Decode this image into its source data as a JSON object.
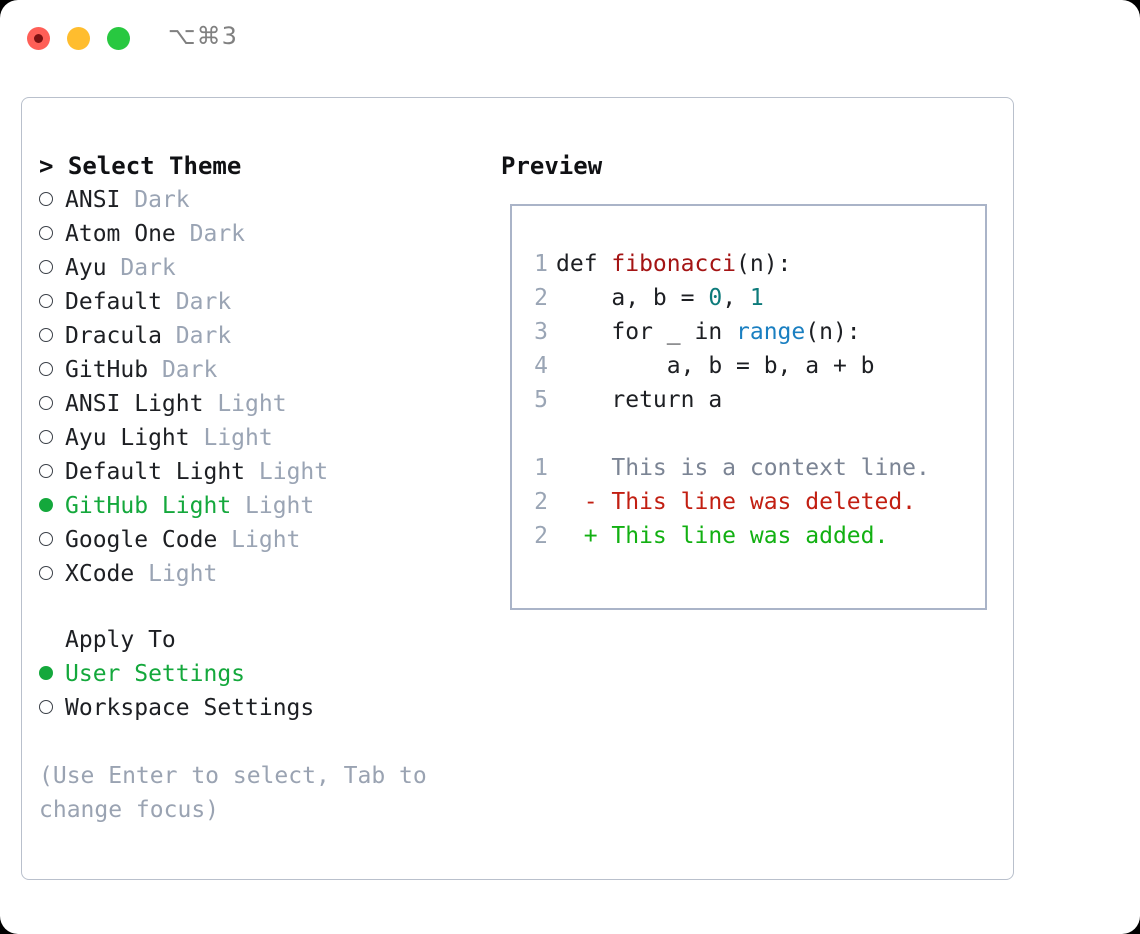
{
  "window": {
    "traffic_lights": [
      "close",
      "minimize",
      "maximize"
    ],
    "shortcut_label": "⌥⌘3",
    "accent_green": "#14a83c",
    "muted": "#9aa4b4",
    "border": "#b9c0cc"
  },
  "theme_picker": {
    "header_prefix": "> ",
    "header": "Select Theme",
    "items": [
      {
        "marker": "○",
        "label": "ANSI",
        "tag": "Dark",
        "selected": false
      },
      {
        "marker": "○",
        "label": "Atom One",
        "tag": "Dark",
        "selected": false
      },
      {
        "marker": "○",
        "label": "Ayu",
        "tag": "Dark",
        "selected": false
      },
      {
        "marker": "○",
        "label": "Default",
        "tag": "Dark",
        "selected": false
      },
      {
        "marker": "○",
        "label": "Dracula",
        "tag": "Dark",
        "selected": false
      },
      {
        "marker": "○",
        "label": "GitHub",
        "tag": "Dark",
        "selected": false
      },
      {
        "marker": "○",
        "label": "ANSI Light",
        "tag": "Light",
        "selected": false
      },
      {
        "marker": "○",
        "label": "Ayu Light",
        "tag": "Light",
        "selected": false
      },
      {
        "marker": "○",
        "label": "Default Light",
        "tag": "Light",
        "selected": false
      },
      {
        "marker": "●",
        "label": "GitHub Light",
        "tag": "Light",
        "selected": true
      },
      {
        "marker": "○",
        "label": "Google Code",
        "tag": "Light",
        "selected": false
      },
      {
        "marker": "○",
        "label": "XCode",
        "tag": "Light",
        "selected": false
      }
    ]
  },
  "apply_to": {
    "title": "Apply To",
    "options": [
      {
        "marker": "●",
        "label": "User Settings",
        "selected": true
      },
      {
        "marker": "○",
        "label": "Workspace Settings",
        "selected": false
      }
    ]
  },
  "hint": "(Use Enter to select, Tab to change focus)",
  "preview": {
    "title": "Preview",
    "code_lines": [
      {
        "n": "1",
        "parts": [
          {
            "t": "def ",
            "c": "plain"
          },
          {
            "t": "fibonacci",
            "c": "fn"
          },
          {
            "t": "(n):",
            "c": "plain"
          }
        ]
      },
      {
        "n": "2",
        "parts": [
          {
            "t": "    a, b = ",
            "c": "plain"
          },
          {
            "t": "0",
            "c": "num"
          },
          {
            "t": ", ",
            "c": "plain"
          },
          {
            "t": "1",
            "c": "num"
          }
        ]
      },
      {
        "n": "3",
        "parts": [
          {
            "t": "    for _ in ",
            "c": "plain"
          },
          {
            "t": "range",
            "c": "call"
          },
          {
            "t": "(n):",
            "c": "plain"
          }
        ]
      },
      {
        "n": "4",
        "parts": [
          {
            "t": "        a, b = b, a + b",
            "c": "plain"
          }
        ]
      },
      {
        "n": "5",
        "parts": [
          {
            "t": "    return a",
            "c": "plain"
          }
        ]
      }
    ],
    "diff_lines": [
      {
        "n": "1",
        "sign": "  ",
        "text": "This is a context line.",
        "kind": "ctx"
      },
      {
        "n": "2",
        "sign": "- ",
        "text": "This line was deleted.",
        "kind": "del"
      },
      {
        "n": "2",
        "sign": "+ ",
        "text": "This line was added.",
        "kind": "add"
      }
    ]
  }
}
